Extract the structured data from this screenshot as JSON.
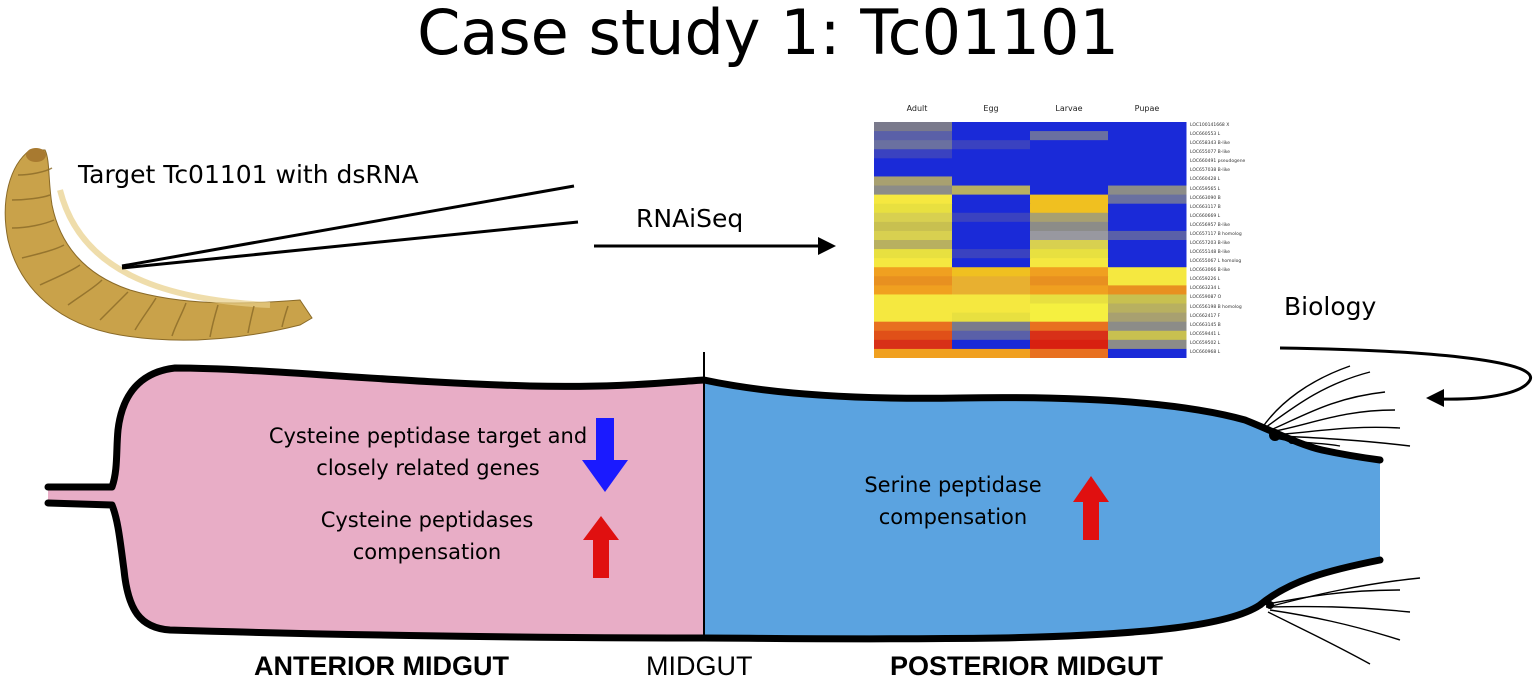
{
  "title": "Case study 1: Tc01101",
  "labels": {
    "target": "Target Tc01101 with dsRNA",
    "rnaiseq": "RNAiSeq",
    "biology": "Biology"
  },
  "anterior": {
    "text1_line1": "Cysteine peptidase target and",
    "text1_line2": "closely related genes",
    "text2_line1": "Cysteine peptidases",
    "text2_line2": "compensation"
  },
  "posterior": {
    "text1_line1": "Serine peptidase",
    "text1_line2": "compensation"
  },
  "regions": {
    "anterior": "ANTERIOR MIDGUT",
    "midgut": "MIDGUT",
    "posterior": "POSTERIOR MIDGUT"
  },
  "colors": {
    "anterior_fill": "#e8adc6",
    "posterior_fill": "#5ba3e0",
    "arrow_down": "#1a1aff",
    "arrow_up": "#e01010",
    "larva": "#c9a24a"
  },
  "heatmap": {
    "columns": [
      "Adult",
      "Egg",
      "Larvae",
      "Pupae"
    ],
    "rows": [
      "LOC100141668 X",
      "LOC660553 L",
      "LOC658343 B-like",
      "LOC655077 B-like",
      "LOC660491 pseudogene",
      "LOC657038 B-like",
      "LOC660428 L",
      "LOC659565 L",
      "LOC663090 B",
      "LOC663117 B",
      "LOC660669 L",
      "LOC656957 B-like",
      "LOC657117 B homolog",
      "LOC657203 B-like",
      "LOC655148 B-like",
      "LOC655067 L homolog",
      "LOC663066 B-like",
      "LOC659226 L",
      "LOC663234 L",
      "LOC659087 O",
      "LOC656198 B homolog",
      "LOC662417 F",
      "LOC663145 B",
      "LOC659441 L",
      "LOC659502 L",
      "LOC660968 L"
    ],
    "cells": [
      [
        "#7a7a8c",
        "#1a2ad8",
        "#1a2ad8",
        "#1a2ad8"
      ],
      [
        "#5a60a8",
        "#1a2ad8",
        "#6a70a0",
        "#1a2ad8"
      ],
      [
        "#6a70a0",
        "#3a42c0",
        "#1a2ad8",
        "#1a2ad8"
      ],
      [
        "#3a42c0",
        "#1a2ad8",
        "#1a2ad8",
        "#1a2ad8"
      ],
      [
        "#1a2ad8",
        "#1a2ad8",
        "#1a2ad8",
        "#1a2ad8"
      ],
      [
        "#1a2ad8",
        "#1a2ad8",
        "#1a2ad8",
        "#1a2ad8"
      ],
      [
        "#a8a070",
        "#1a2ad8",
        "#1a2ad8",
        "#1a2ad8"
      ],
      [
        "#8c8c88",
        "#b8b060",
        "#1a2ad8",
        "#8c8c88"
      ],
      [
        "#f5e840",
        "#1a2ad8",
        "#f0c020",
        "#6a70a0"
      ],
      [
        "#e8e040",
        "#1a2ad8",
        "#f0c020",
        "#1a2ad8"
      ],
      [
        "#d8d050",
        "#3a42c0",
        "#a8a070",
        "#1a2ad8"
      ],
      [
        "#c8c050",
        "#1a2ad8",
        "#8c8c88",
        "#1a2ad8"
      ],
      [
        "#d8d050",
        "#1a2ad8",
        "#9898a0",
        "#5a60a8"
      ],
      [
        "#b8b060",
        "#1a2ad8",
        "#d8d050",
        "#1a2ad8"
      ],
      [
        "#e8e040",
        "#3a42c0",
        "#e8e040",
        "#1a2ad8"
      ],
      [
        "#f5e840",
        "#1a2ad8",
        "#f5e840",
        "#1a2ad8"
      ],
      [
        "#f0a020",
        "#f0c020",
        "#f0a020",
        "#f5e840"
      ],
      [
        "#e89020",
        "#e8b030",
        "#e89020",
        "#f5e840"
      ],
      [
        "#f0a020",
        "#e8b030",
        "#f0a020",
        "#e89020"
      ],
      [
        "#f5e840",
        "#f5e840",
        "#e8e040",
        "#c8c050"
      ],
      [
        "#f5e840",
        "#f5e840",
        "#f5f040",
        "#b8b060"
      ],
      [
        "#f5e840",
        "#e8e040",
        "#f5f040",
        "#a8a070"
      ],
      [
        "#e87020",
        "#7a7a8c",
        "#e87020",
        "#8c8c88"
      ],
      [
        "#e05018",
        "#5a60a8",
        "#d83018",
        "#c8c050"
      ],
      [
        "#d83018",
        "#1a2ad8",
        "#d82010",
        "#8c8c88"
      ],
      [
        "#f0a020",
        "#f0a020",
        "#e87020",
        "#1a2ad8"
      ]
    ]
  }
}
